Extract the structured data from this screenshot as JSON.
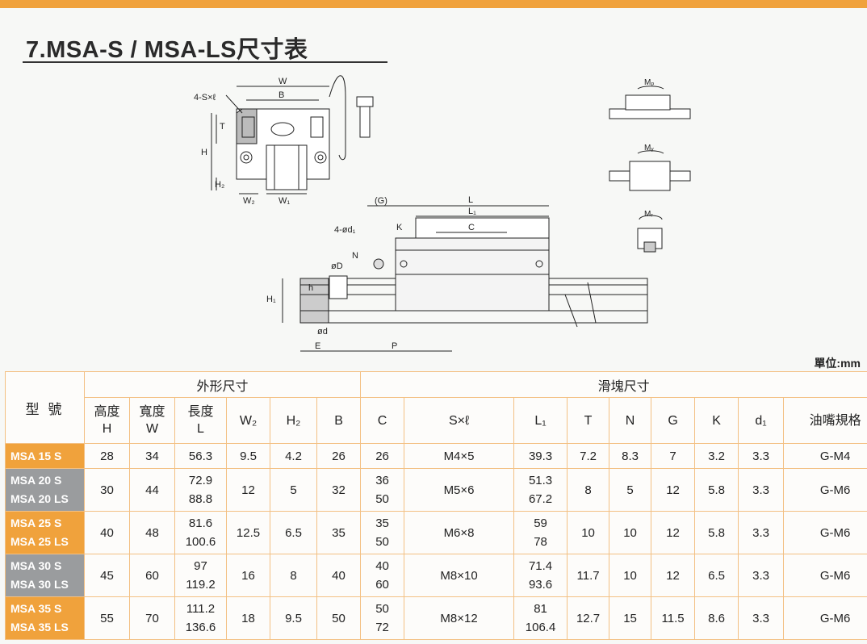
{
  "title": "7.MSA-S / MSA-LS尺寸表",
  "unit": "單位:mm",
  "drawing_labels": {
    "W": "W",
    "B": "B",
    "sxl": "4-S×ℓ",
    "T": "T",
    "H": "H",
    "H2": "H₂",
    "W2": "W₂",
    "W1": "W₁",
    "G": "(G)",
    "L": "L",
    "L1": "L₁",
    "d1": "4-ød₁",
    "K": "K",
    "C": "C",
    "N": "N",
    "D": "øD",
    "h": "h",
    "H1": "H₁",
    "d": "ød",
    "E": "E",
    "P": "P",
    "MP": "Mₚ",
    "MY": "Mᵧ",
    "MR": "Mᵣ"
  },
  "table": {
    "model_header": "型 號",
    "group_outer": "外形尺寸",
    "group_block": "滑塊尺寸",
    "columns": [
      {
        "top": "高度",
        "bottom": "H"
      },
      {
        "top": "寬度",
        "bottom": "W"
      },
      {
        "top": "長度",
        "bottom": "L"
      },
      {
        "top": "W₂",
        "bottom": ""
      },
      {
        "top": "H₂",
        "bottom": ""
      },
      {
        "top": "B",
        "bottom": ""
      },
      {
        "top": "C",
        "bottom": ""
      },
      {
        "top": "S×ℓ",
        "bottom": ""
      },
      {
        "top": "L₁",
        "bottom": ""
      },
      {
        "top": "T",
        "bottom": ""
      },
      {
        "top": "N",
        "bottom": ""
      },
      {
        "top": "G",
        "bottom": ""
      },
      {
        "top": "K",
        "bottom": ""
      },
      {
        "top": "d₁",
        "bottom": ""
      },
      {
        "top": "油嘴規格",
        "bottom": ""
      }
    ],
    "rows": [
      {
        "models": [
          "MSA 15 S"
        ],
        "H": "28",
        "W": "34",
        "L": [
          "56.3"
        ],
        "W2": "9.5",
        "H2": "4.2",
        "B": "26",
        "C": [
          "26"
        ],
        "Sxl": "M4×5",
        "L1": [
          "39.3"
        ],
        "T": "7.2",
        "N": "8.3",
        "G": "7",
        "K": "3.2",
        "d1": "3.3",
        "nipple": "G-M4",
        "color": "orange"
      },
      {
        "models": [
          "MSA 20 S",
          "MSA 20 LS"
        ],
        "H": "30",
        "W": "44",
        "L": [
          "72.9",
          "88.8"
        ],
        "W2": "12",
        "H2": "5",
        "B": "32",
        "C": [
          "36",
          "50"
        ],
        "Sxl": "M5×6",
        "L1": [
          "51.3",
          "67.2"
        ],
        "T": "8",
        "N": "5",
        "G": "12",
        "K": "5.8",
        "d1": "3.3",
        "nipple": "G-M6",
        "color": "gray"
      },
      {
        "models": [
          "MSA 25 S",
          "MSA 25 LS"
        ],
        "H": "40",
        "W": "48",
        "L": [
          "81.6",
          "100.6"
        ],
        "W2": "12.5",
        "H2": "6.5",
        "B": "35",
        "C": [
          "35",
          "50"
        ],
        "Sxl": "M6×8",
        "L1": [
          "59",
          "78"
        ],
        "T": "10",
        "N": "10",
        "G": "12",
        "K": "5.8",
        "d1": "3.3",
        "nipple": "G-M6",
        "color": "orange"
      },
      {
        "models": [
          "MSA 30 S",
          "MSA 30 LS"
        ],
        "H": "45",
        "W": "60",
        "L": [
          "97",
          "119.2"
        ],
        "W2": "16",
        "H2": "8",
        "B": "40",
        "C": [
          "40",
          "60"
        ],
        "Sxl": "M8×10",
        "L1": [
          "71.4",
          "93.6"
        ],
        "T": "11.7",
        "N": "10",
        "G": "12",
        "K": "6.5",
        "d1": "3.3",
        "nipple": "G-M6",
        "color": "gray"
      },
      {
        "models": [
          "MSA 35 S",
          "MSA 35 LS"
        ],
        "H": "55",
        "W": "70",
        "L": [
          "111.2",
          "136.6"
        ],
        "W2": "18",
        "H2": "9.5",
        "B": "50",
        "C": [
          "50",
          "72"
        ],
        "Sxl": "M8×12",
        "L1": [
          "81",
          "106.4"
        ],
        "T": "12.7",
        "N": "15",
        "G": "11.5",
        "K": "8.6",
        "d1": "3.3",
        "nipple": "G-M6",
        "color": "orange"
      }
    ]
  }
}
